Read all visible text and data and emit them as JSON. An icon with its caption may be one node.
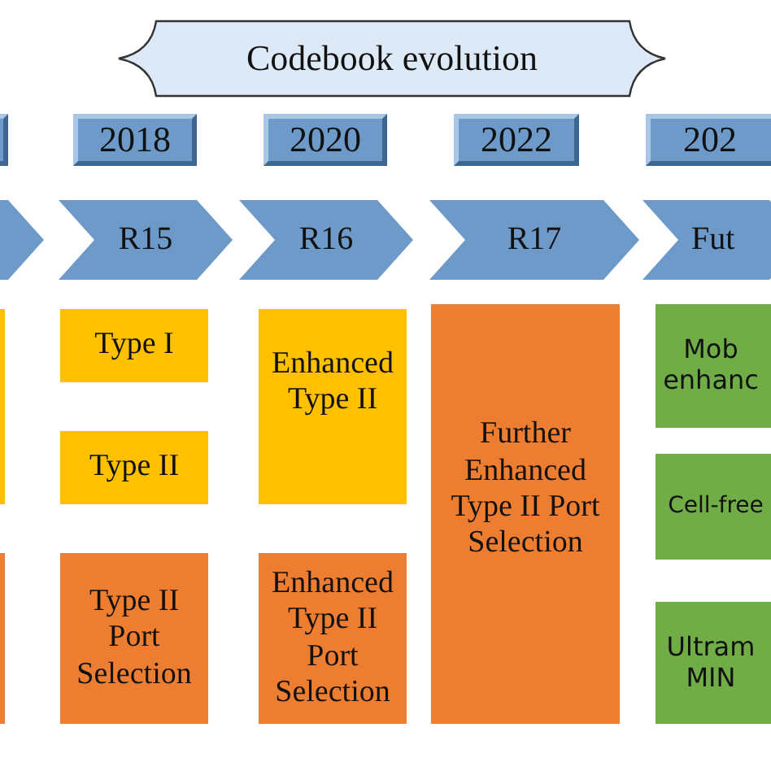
{
  "diagram": {
    "nodes": [
      {
        "text": [
          "Codebook evolution"
        ]
      },
      {
        "text": [],
        "shape": "box"
      },
      {
        "text": [
          "2018"
        ]
      },
      {
        "text": [
          "2020"
        ]
      },
      {
        "text": [
          "2022"
        ]
      },
      {
        "text": [
          "202"
        ]
      },
      {
        "text": [],
        "shape": "chevron"
      },
      {
        "text": [
          "R15"
        ]
      },
      {
        "text": [
          "R16"
        ]
      },
      {
        "text": [
          "R17"
        ]
      },
      {
        "text": [
          "Fut"
        ]
      },
      {
        "text": [],
        "shape": "box"
      },
      {
        "text": [
          "Type I"
        ]
      },
      {
        "text": [
          "Enhanced Type II"
        ]
      },
      {
        "text": [
          "Further Enhanced Type II Port Selection"
        ]
      },
      {
        "text": [
          "Mob enhanc"
        ]
      },
      {
        "text": [
          "Type II"
        ]
      },
      {
        "text": [
          "Cell-free"
        ]
      },
      {
        "text": [],
        "shape": "box"
      },
      {
        "text": [
          "Type II Port Selection"
        ]
      },
      {
        "text": [
          "Enhanced Type II Port Selection"
        ]
      },
      {
        "text": [
          "Ultram MIN"
        ]
      }
    ]
  }
}
